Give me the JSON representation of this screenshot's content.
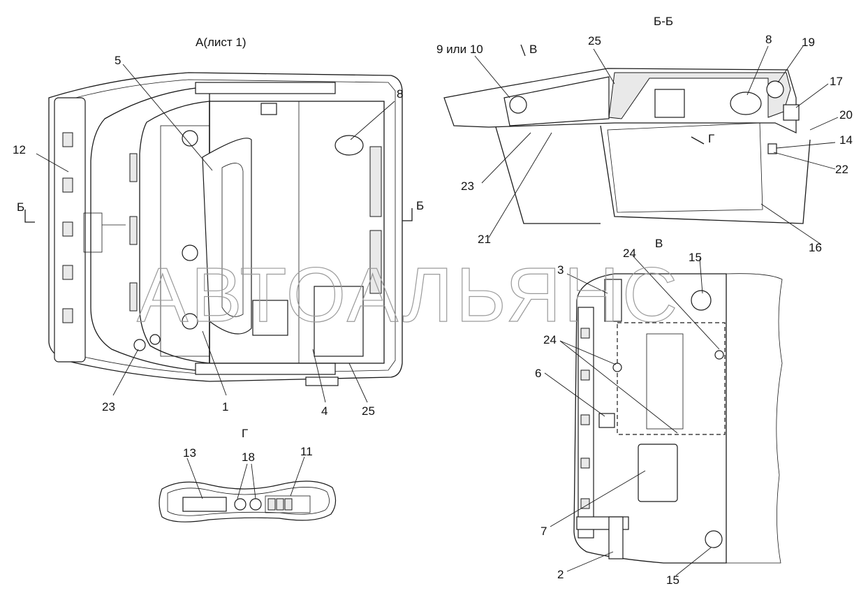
{
  "views": {
    "a": {
      "title": "А(лист 1)",
      "section_left": "Б",
      "section_right": "Б"
    },
    "bb": {
      "title": "Б-Б",
      "dir_v": "В",
      "dir_g": "Г"
    },
    "v": {
      "title": "В"
    },
    "g": {
      "title": "Г"
    }
  },
  "labels": {
    "a": [
      "5",
      "8",
      "12",
      "23",
      "1",
      "4",
      "25"
    ],
    "bb": [
      "9 или 10",
      "25",
      "8",
      "19",
      "17",
      "20",
      "14",
      "22",
      "23",
      "21",
      "16"
    ],
    "v": [
      "24",
      "15",
      "3",
      "24",
      "6",
      "7",
      "2",
      "15"
    ],
    "g": [
      "13",
      "18",
      "11"
    ]
  },
  "watermark": "АВТОАЛЬЯНС"
}
